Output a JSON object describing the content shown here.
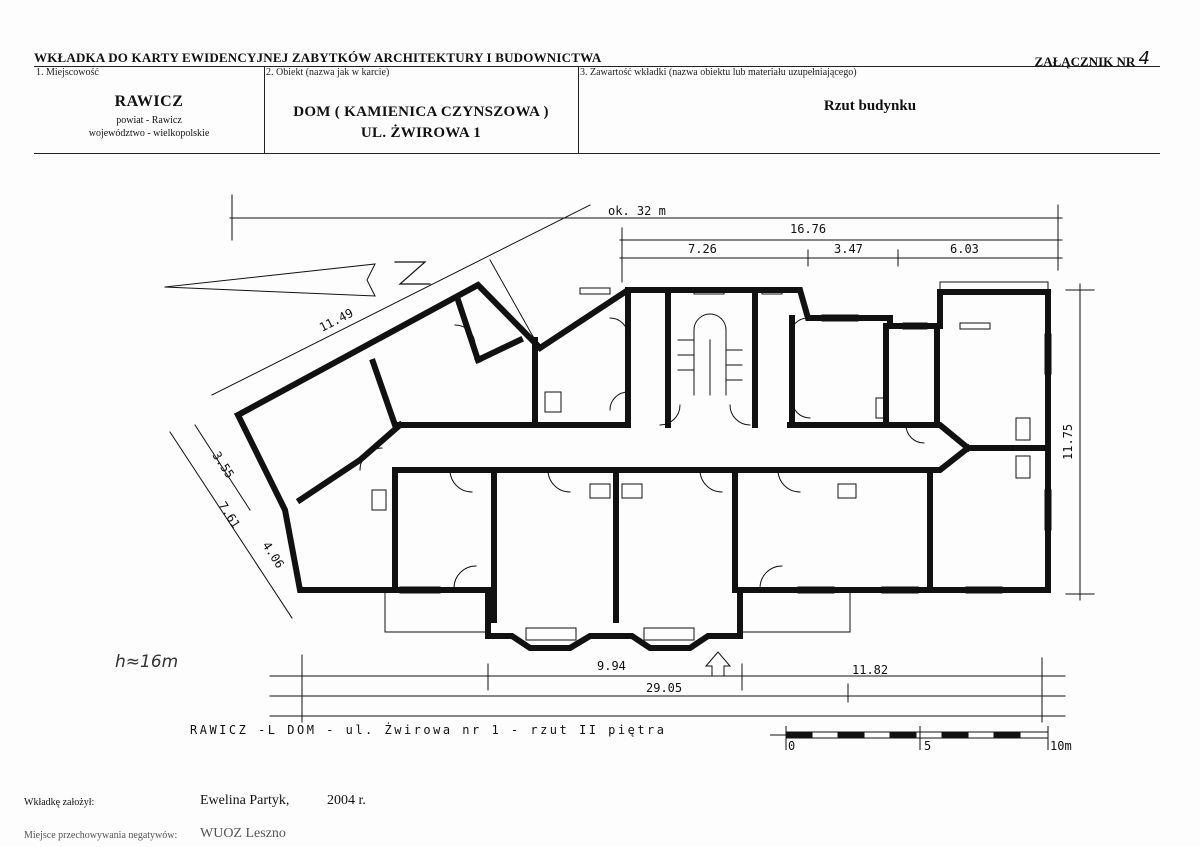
{
  "header": {
    "title": "WKŁADKA DO KARTY EWIDENCYJNEJ ZABYTKÓW ARCHITEKTURY I BUDOWNICTWA",
    "annex_label": "ZAŁĄCZNIK NR",
    "annex_number": "4"
  },
  "fields": {
    "place": {
      "caption": "1. Miejscowość",
      "name": "RAWICZ",
      "county": "powiat - Rawicz",
      "voivodeship": "województwo - wielkopolskie"
    },
    "object": {
      "caption": "2. Obiekt (nazwa jak w karcie)",
      "line1": "DOM ( KAMIENICA CZYNSZOWA )",
      "line2": "UL. ŻWIROWA 1"
    },
    "content": {
      "caption": "3. Zawartość wkładki (nazwa obiektu lub materiału uzupełniającego)",
      "value": "Rzut budynku"
    }
  },
  "drawing": {
    "caption": "RAWICZ  -L DOM  - ul. Żwirowa nr 1 - rzut II piętra",
    "dims_top": {
      "overall_approx": "ok. 32 m",
      "total": "16.76",
      "seg1": "7.26",
      "seg2": "3.47",
      "seg3": "6.03"
    },
    "dims_bottom": {
      "seg1": "9.94",
      "seg2": "11.82",
      "total": "29.05"
    },
    "dims_side": {
      "diag": "11.49",
      "left1": "3.55",
      "left2": "7.61",
      "left3": "4.06",
      "right": "11.75"
    },
    "scale": {
      "start": "0",
      "mid": "5",
      "end": "10m"
    },
    "handwritten_note": "h≈16m"
  },
  "footer": {
    "founder_label": "Wkładkę założył:",
    "founder_name": "Ewelina Partyk,",
    "year": "2004 r.",
    "storage_label": "Miejsce przechowywania negatywów:",
    "storage_value": "WUOZ Leszno"
  }
}
